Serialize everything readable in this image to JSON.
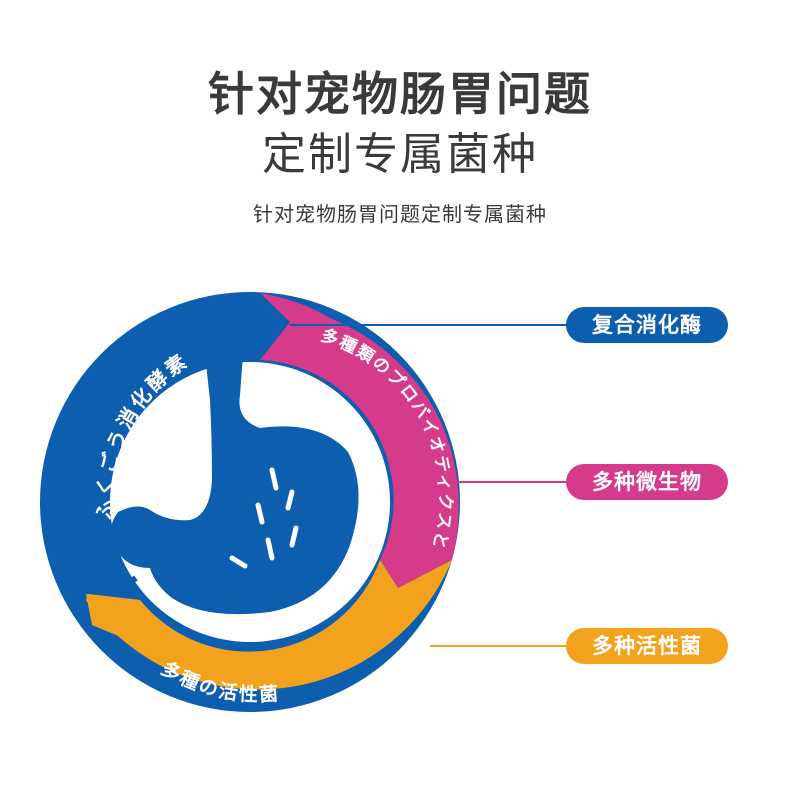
{
  "heading": {
    "line1": "针对宠物肠胃问题",
    "line2": "定制专属菌种",
    "subtitle": "针对宠物肠胃问题定制专属菌种"
  },
  "ring": {
    "blue_text": "ふくごう消化酵素",
    "pink_text": "多種類のプロバイオティクスと",
    "orange_text": "多種の活性菌"
  },
  "labels": [
    {
      "text": "复合消化酶"
    },
    {
      "text": "多种微生物"
    },
    {
      "text": "多种活性菌"
    }
  ],
  "colors": {
    "blue": "#0e5eb0",
    "pink": "#d63a8a",
    "orange": "#f2a21d",
    "title": "#3a3a3a"
  }
}
